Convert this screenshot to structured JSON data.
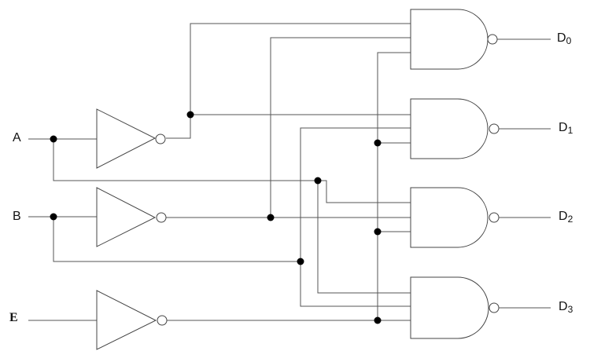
{
  "inputs": {
    "a": "A",
    "b": "B",
    "e": "E"
  },
  "outputs": [
    {
      "letter": "D",
      "index": "0"
    },
    {
      "letter": "D",
      "index": "1"
    },
    {
      "letter": "D",
      "index": "2"
    },
    {
      "letter": "D",
      "index": "3"
    }
  ],
  "colors": {
    "wire": "#555555",
    "gate": "#444444",
    "dot": "#000000",
    "text": "#111111"
  }
}
